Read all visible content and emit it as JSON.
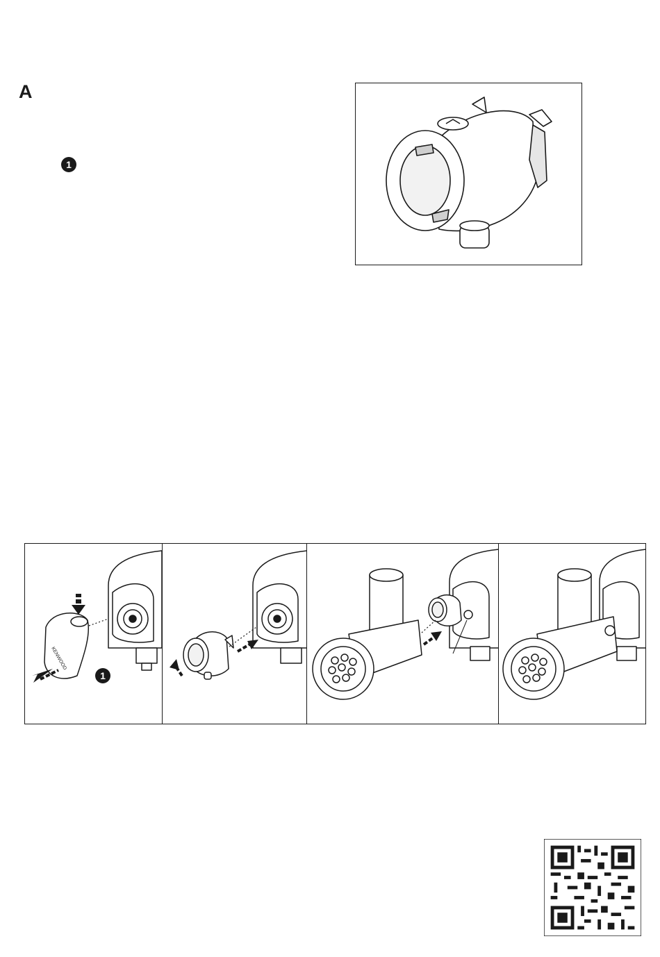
{
  "section": {
    "letter": "A"
  },
  "steps": {
    "step_1": "1"
  },
  "strip": {
    "cover_brand": "KENWOOD",
    "step_1": "1"
  },
  "colors": {
    "ink": "#1a1a1a",
    "paper": "#ffffff",
    "shade": "#d9d9d9"
  },
  "icons": [
    "attachment-outlet-illustration",
    "cover-removal-illustration",
    "adapter-fitting-illustration",
    "mincer-fitting-illustration",
    "mincer-assembled-illustration",
    "qr-code"
  ]
}
